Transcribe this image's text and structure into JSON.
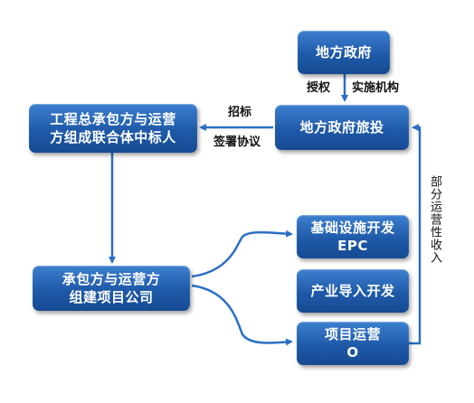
{
  "boxes": {
    "local_gov": "地方政府",
    "local_gov_investment": "地方政府旅投",
    "winner_line1": "工程总承包方与运营",
    "winner_line2": "方组成联合体中标人",
    "project_company_line1": "承包方与运营方",
    "project_company_line2": "组建项目公司",
    "infra_line1": "基础设施开发",
    "infra_line2": "EPC",
    "industry_dev": "产业导入开发",
    "operation_line1": "项目运营",
    "operation_line2": "O"
  },
  "labels": {
    "authorize": "授权",
    "implementing_agency": "实施机构",
    "bidding": "招标",
    "sign_agreement": "签署协议",
    "partial_revenue": "部分运营性收入"
  },
  "colors": {
    "box_fill": "#1f5aa8",
    "arrow": "#2b6fc4",
    "text_on_box": "#ffffff"
  }
}
